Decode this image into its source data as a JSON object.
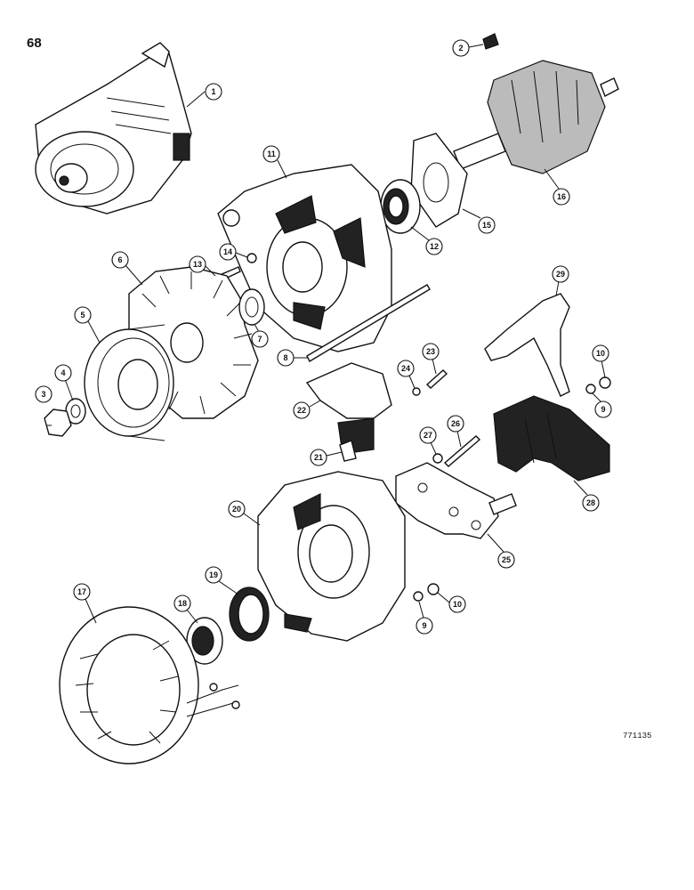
{
  "page_number": "68",
  "reference_code": "771135",
  "callouts": [
    "1",
    "2",
    "3",
    "4",
    "5",
    "6",
    "7",
    "8",
    "9",
    "10",
    "11",
    "12",
    "13",
    "14",
    "15",
    "16",
    "17",
    "18",
    "19",
    "20",
    "21",
    "22",
    "23",
    "24",
    "25",
    "26",
    "27",
    "28",
    "29",
    "9",
    "10"
  ]
}
